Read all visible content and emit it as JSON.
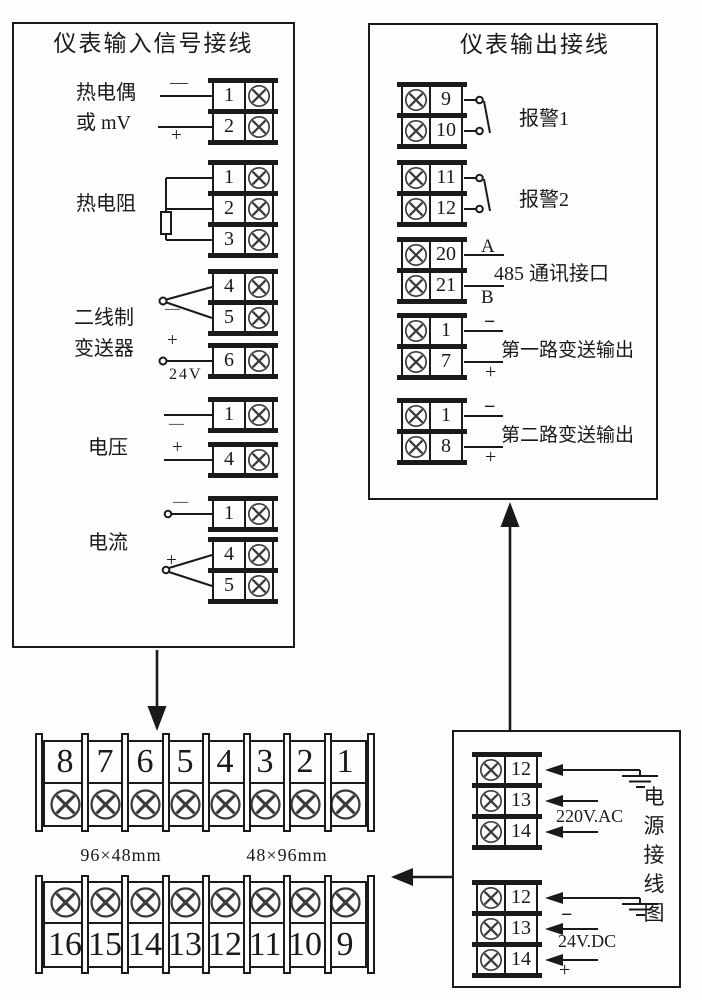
{
  "input_box": {
    "title": "仪表输入信号接线",
    "thermocouple": {
      "line1": "热电偶",
      "line2": "或 mV",
      "minus": "—",
      "plus": "+",
      "t1": "1",
      "t2": "2"
    },
    "rtd": {
      "label": "热电阻",
      "t1": "1",
      "t2": "2",
      "t3": "3"
    },
    "transmitter": {
      "line1": "二线制",
      "line2": "变送器",
      "minus": "—",
      "plus": "+",
      "supply": "24V",
      "t4": "4",
      "t5": "5",
      "t6": "6"
    },
    "voltage": {
      "label": "电压",
      "minus": "—",
      "plus": "+",
      "t1": "1",
      "t4": "4"
    },
    "current": {
      "label": "电流",
      "minus": "—",
      "plus": "+",
      "t1": "1",
      "t4": "4",
      "t5": "5"
    }
  },
  "output_box": {
    "title": "仪表输出接线",
    "alarm1": {
      "label": "报警1",
      "t1": "9",
      "t2": "10"
    },
    "alarm2": {
      "label": "报警2",
      "t1": "11",
      "t2": "12"
    },
    "rs485": {
      "label": "485 通讯接口",
      "wire_a": "A",
      "wire_b": "B",
      "t1": "20",
      "t2": "21"
    },
    "out1": {
      "label": "第一路变送输出",
      "minus": "−",
      "plus": "+",
      "t1": "1",
      "t2": "7"
    },
    "out2": {
      "label": "第二路变送输出",
      "minus": "−",
      "plus": "+",
      "t1": "1",
      "t2": "8"
    }
  },
  "rear": {
    "top_numbers": [
      "8",
      "7",
      "6",
      "5",
      "4",
      "3",
      "2",
      "1"
    ],
    "bottom_numbers": [
      "16",
      "15",
      "14",
      "13",
      "12",
      "11",
      "10",
      "9"
    ],
    "size_left": "96×48mm",
    "size_right": "48×96mm"
  },
  "power_box": {
    "chars": [
      "电",
      "源",
      "接",
      "线",
      "图"
    ],
    "ac": {
      "label": "220V.AC",
      "t1": "12",
      "t2": "13",
      "t3": "14"
    },
    "dc": {
      "label": "24V.DC",
      "minus": "−",
      "plus": "+",
      "t1": "12",
      "t2": "13",
      "t3": "14"
    }
  },
  "colors": {
    "line": "#1a1a1a",
    "background": "#fdfdfd",
    "screw": "#3a3a3a"
  }
}
